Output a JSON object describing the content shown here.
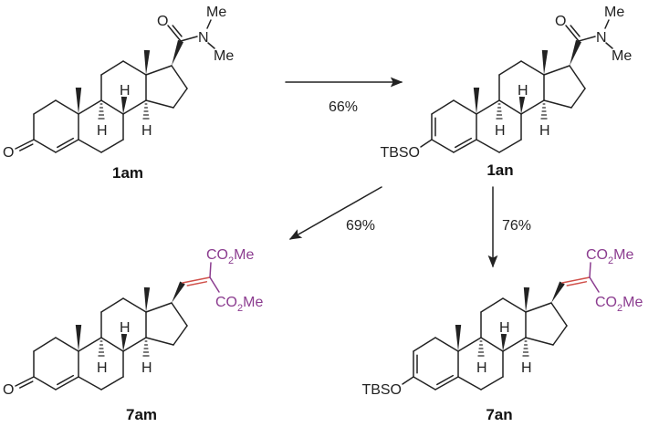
{
  "colors": {
    "ester": "#8b3c8f",
    "alkene": "#d0504a",
    "bond": "#222222"
  },
  "arrows": [
    {
      "label": "66%"
    },
    {
      "label": "69%"
    },
    {
      "label": "76%"
    }
  ],
  "compounds": [
    {
      "id": "1am",
      "label": "1am",
      "ring_a": "enone",
      "side_chain": "amide"
    },
    {
      "id": "1an",
      "label": "1an",
      "ring_a": "silyl-dienol-ether",
      "side_chain": "amide"
    },
    {
      "id": "7am",
      "label": "7am",
      "ring_a": "enone",
      "side_chain": "alkylidene-malonate"
    },
    {
      "id": "7an",
      "label": "7an",
      "ring_a": "silyl-dienol-ether",
      "side_chain": "alkylidene-malonate"
    }
  ],
  "atoms": {
    "H": "H",
    "O": "O",
    "TBSO": "TBSO",
    "N": "N",
    "Me": "Me",
    "CO2Me_prefix": "CO",
    "CO2Me_sub": "2",
    "CO2Me_suffix": "Me"
  }
}
